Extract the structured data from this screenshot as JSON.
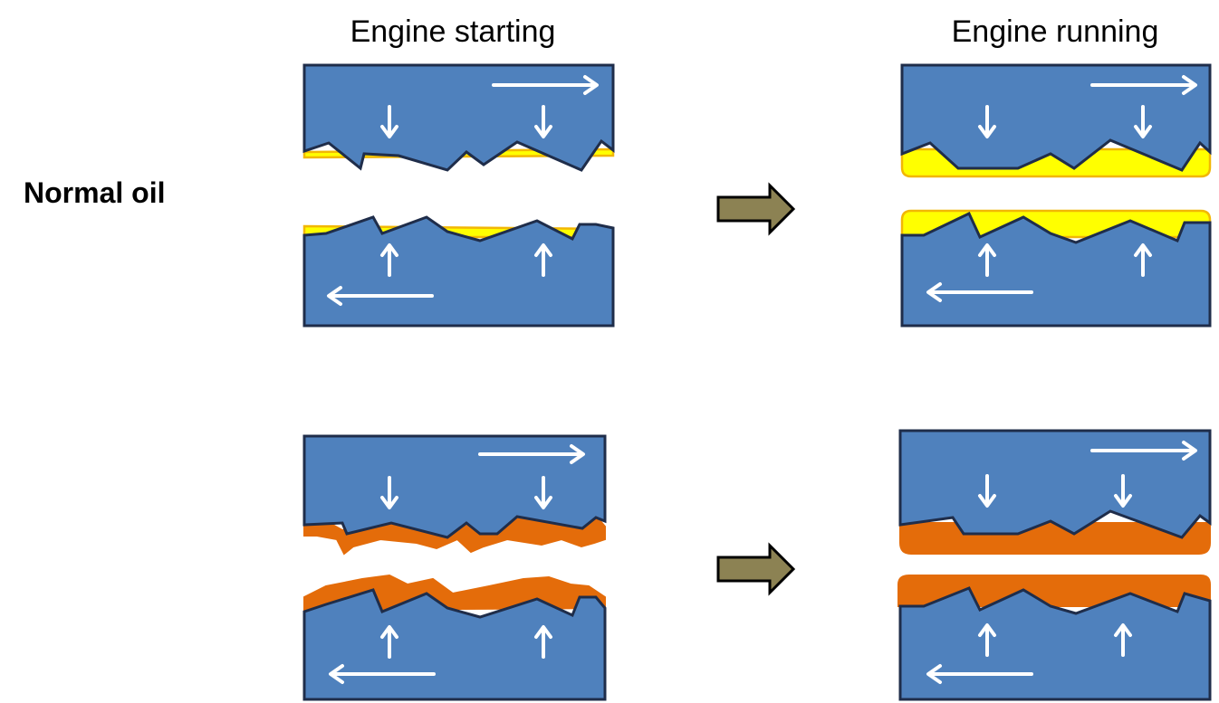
{
  "headers": {
    "left": "Engine starting",
    "right": "Engine running"
  },
  "rows": {
    "normal": "Normal oil"
  },
  "colors": {
    "metal": "#4f81bd",
    "metal_outline": "#1f2d4a",
    "normal_oil": "#ffff00",
    "normal_oil_edge": "#f2b705",
    "second_oil": "#e46c0a",
    "process_arrow": "#8c8253"
  }
}
